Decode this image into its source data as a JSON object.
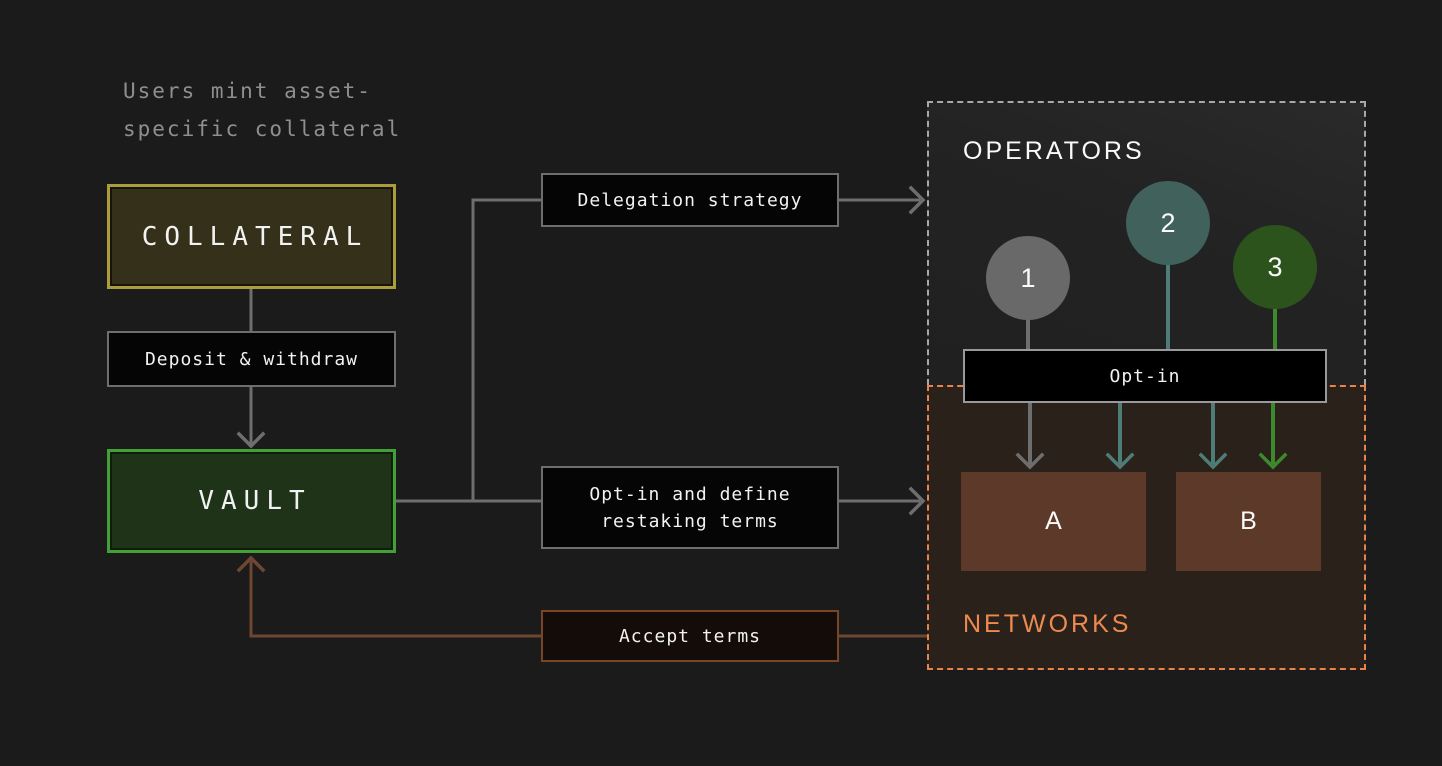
{
  "caption": {
    "line1": "Users mint asset-",
    "line2": "specific collateral"
  },
  "flow": {
    "collateral_label": "COLLATERAL",
    "deposit_withdraw_label": "Deposit & withdraw",
    "vault_label": "VAULT",
    "delegation_label": "Delegation strategy",
    "optin_define_line1": "Opt-in and define",
    "optin_define_line2": "restaking terms",
    "accept_terms_label": "Accept terms"
  },
  "operators": {
    "title": "OPERATORS",
    "optin_label": "Opt-in",
    "items": [
      {
        "id": "1",
        "color": "#696969"
      },
      {
        "id": "2",
        "color": "#40615c"
      },
      {
        "id": "3",
        "color": "#2d531c"
      }
    ]
  },
  "networks": {
    "title": "NETWORKS",
    "items": [
      {
        "id": "A"
      },
      {
        "id": "B"
      }
    ]
  },
  "colors": {
    "background": "#1b1b1b",
    "line_gray": "#6e6e6e",
    "line_brown": "#6f4630",
    "collateral_border": "#ab9d3c",
    "collateral_bg": "#34301a",
    "vault_border": "#42a037",
    "vault_bg": "#1e3317",
    "accept_border": "#7a4527",
    "operators_border": "#a8a8a8",
    "networks_border": "#e8834e",
    "networks_label": "#ed8a50",
    "operator_1": "#696969",
    "operator_2": "#40615c",
    "operator_3": "#2d531c",
    "stem_teal": "#4d7d76",
    "stem_green": "#3c8a2c",
    "network_box": "#5d3929",
    "caption_text": "#8f8f8f",
    "box_text": "#f2f2f2"
  }
}
